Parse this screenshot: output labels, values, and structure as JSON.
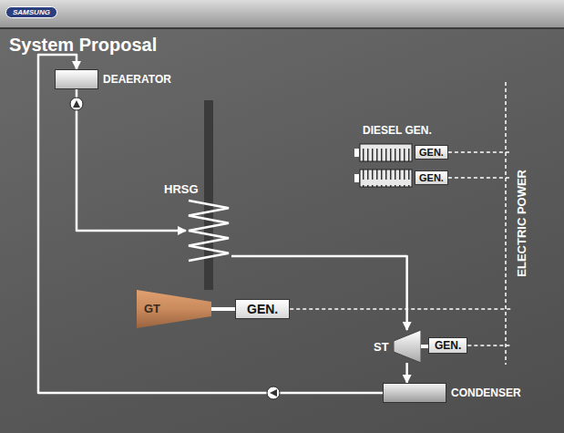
{
  "diagram": {
    "title": "System Proposal",
    "nodes": [
      {
        "text": [
          "DEAERATOR"
        ]
      },
      {
        "text": [
          "GEN."
        ]
      },
      {
        "text": [
          "GEN."
        ]
      },
      {
        "text": [
          "HRSG"
        ]
      },
      {
        "text": [
          "GT"
        ]
      },
      {
        "text": [
          "GEN."
        ]
      },
      {
        "text": [
          "ELECTRIC POWER"
        ]
      },
      {
        "text": [
          "ST"
        ]
      },
      {
        "text": [
          "GEN."
        ]
      },
      {
        "text": [
          "CONDENSER"
        ]
      }
    ],
    "edges": [
      {
        "from": 0,
        "to": 3,
        "arrow": "to"
      },
      {
        "from": 3,
        "to": 7,
        "arrow": "to"
      },
      {
        "from": 7,
        "to": 9,
        "arrow": "to"
      },
      {
        "from": 9,
        "to": 0,
        "arrow": "to"
      },
      {
        "from": 4,
        "to": 5,
        "arrow": "none"
      },
      {
        "from": 7,
        "to": 8,
        "arrow": "none"
      },
      {
        "from": 1,
        "to": 6,
        "arrow": "none"
      },
      {
        "from": 2,
        "to": 6,
        "arrow": "none"
      },
      {
        "from": 5,
        "to": 6,
        "arrow": "none"
      },
      {
        "from": 8,
        "to": 6,
        "arrow": "none"
      }
    ],
    "labels": [
      "SAMSUNG",
      "DIESEL GEN."
    ]
  }
}
